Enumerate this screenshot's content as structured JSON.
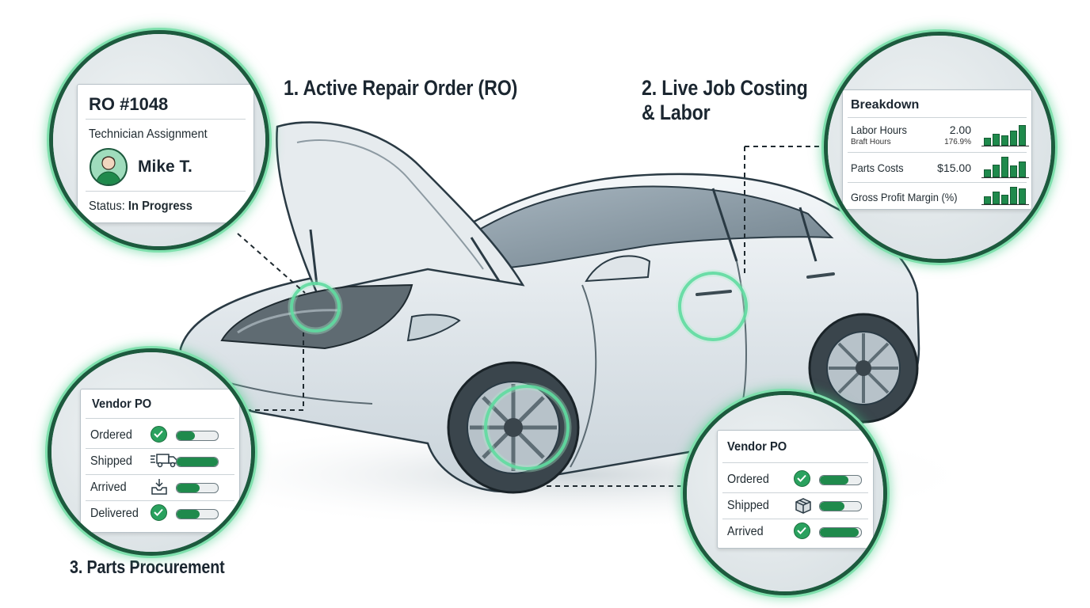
{
  "headings": {
    "ro": "1. Active Repair Order (RO)",
    "costing_line1": "2. Live Job Costing",
    "costing_line2": "& Labor",
    "parts": "3. Parts Procurement"
  },
  "ro_panel": {
    "title": "RO #1048",
    "assignment_label": "Technician Assignment",
    "technician_name": "Mike T.",
    "status_label": "Status:",
    "status_value": "In Progress",
    "avatar_icon": "technician-avatar-icon"
  },
  "costing_panel": {
    "title": "Breakdown",
    "rows": [
      {
        "label": "Labor Hours",
        "sublabel": "Braft Hours",
        "value": "2.00",
        "subvalue": "176.9%",
        "bars": [
          0.35,
          0.55,
          0.45,
          0.7,
          1.0
        ]
      },
      {
        "label": "Parts Costs",
        "sublabel": "",
        "value": "$15.00",
        "subvalue": "",
        "bars": [
          0.35,
          0.6,
          1.0,
          0.55,
          0.75
        ]
      },
      {
        "label": "Gross Profit Margin (%)",
        "sublabel": "",
        "value": "",
        "subvalue": "",
        "bars": [
          0.35,
          0.65,
          0.45,
          0.9,
          0.8
        ]
      }
    ]
  },
  "vendor_left": {
    "title": "Vendor PO",
    "items": [
      {
        "label": "Ordered",
        "icon": "check-icon",
        "progress": 0.45
      },
      {
        "label": "Shipped",
        "icon": "delivery-truck-icon",
        "progress": 1.0
      },
      {
        "label": "Arrived",
        "icon": "inbox-download-icon",
        "progress": 0.55
      },
      {
        "label": "Delivered",
        "icon": "check-icon",
        "progress": 0.55
      }
    ]
  },
  "vendor_right": {
    "title": "Vendor PO",
    "items": [
      {
        "label": "Ordered",
        "icon": "check-icon",
        "progress": 0.7
      },
      {
        "label": "Shipped",
        "icon": "package-box-icon",
        "progress": 0.6
      },
      {
        "label": "Arrived",
        "icon": "check-icon",
        "progress": 0.95
      }
    ]
  },
  "colors": {
    "accent_green": "#1f8a4c",
    "glow_green": "#7fe0ad",
    "ring_dark": "#1d5a3e",
    "heading": "#1b2630"
  }
}
